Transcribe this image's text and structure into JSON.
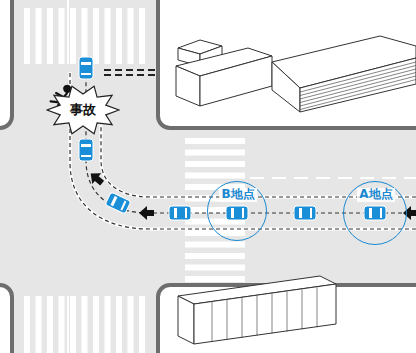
{
  "diagram": {
    "nodes": [
      {
        "text": [
          "事故"
        ]
      },
      {
        "text": [
          "B地点"
        ]
      },
      {
        "text": [
          "A地点"
        ]
      }
    ]
  }
}
